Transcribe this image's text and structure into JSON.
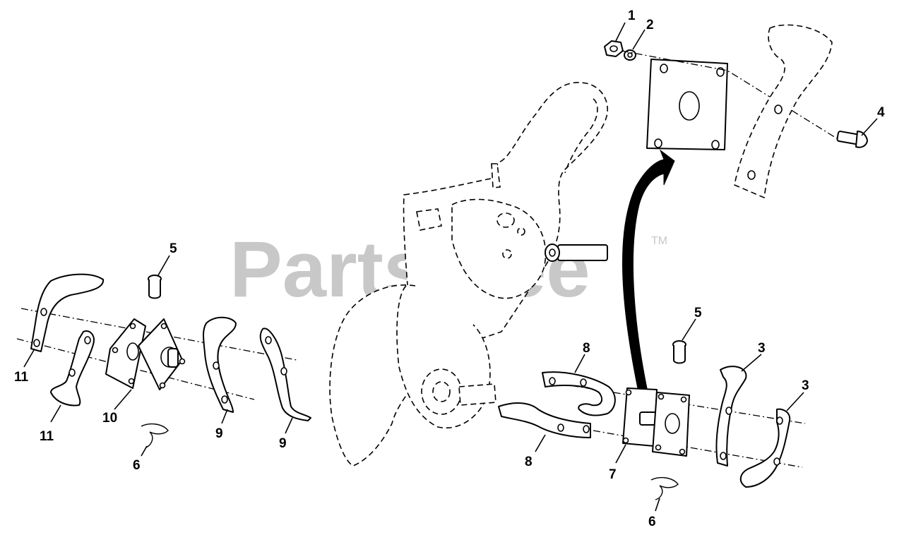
{
  "watermark": {
    "text": "PartsTree",
    "trademark": "TM"
  },
  "callouts": {
    "c1": "1",
    "c2": "2",
    "c3a": "3",
    "c3b": "3",
    "c4": "4",
    "c5a": "5",
    "c5b": "5",
    "c6a": "6",
    "c6b": "6",
    "c7": "7",
    "c8a": "8",
    "c8b": "8",
    "c9a": "9",
    "c9b": "9",
    "c10": "10",
    "c11a": "11",
    "c11b": "11"
  }
}
